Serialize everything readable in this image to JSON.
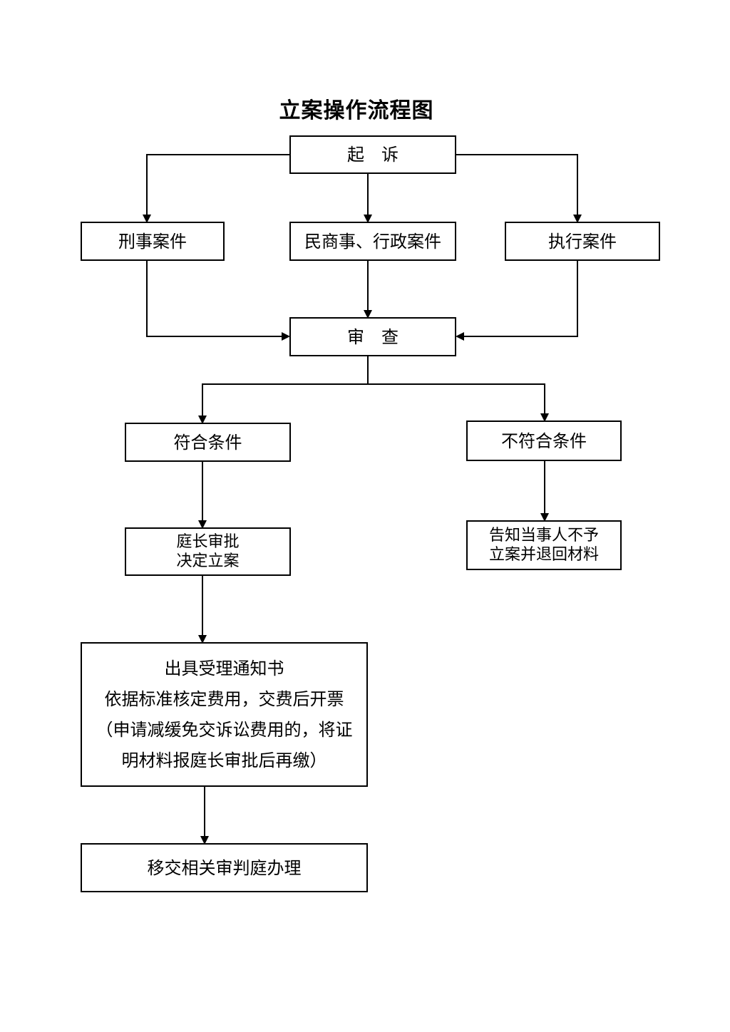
{
  "title": "立案操作流程图",
  "nodes": {
    "sue": "起　诉",
    "criminal": "刑事案件",
    "civil_admin": "民商事、行政案件",
    "execution": "执行案件",
    "review": "审　查",
    "qualified": "符合条件",
    "unqualified": "不符合条件",
    "approval": "庭长审批\n决定立案",
    "notify_reject": "告知当事人不予\n立案并退回材料",
    "acceptance": {
      "line1": "出具受理通知书",
      "line2": "依据标准核定费用，交费后开票",
      "line3": "（申请减缓免交诉讼费用的，将证",
      "line4": "明材料报庭长审批后再缴）"
    },
    "transfer": "移交相关审判庭办理"
  }
}
